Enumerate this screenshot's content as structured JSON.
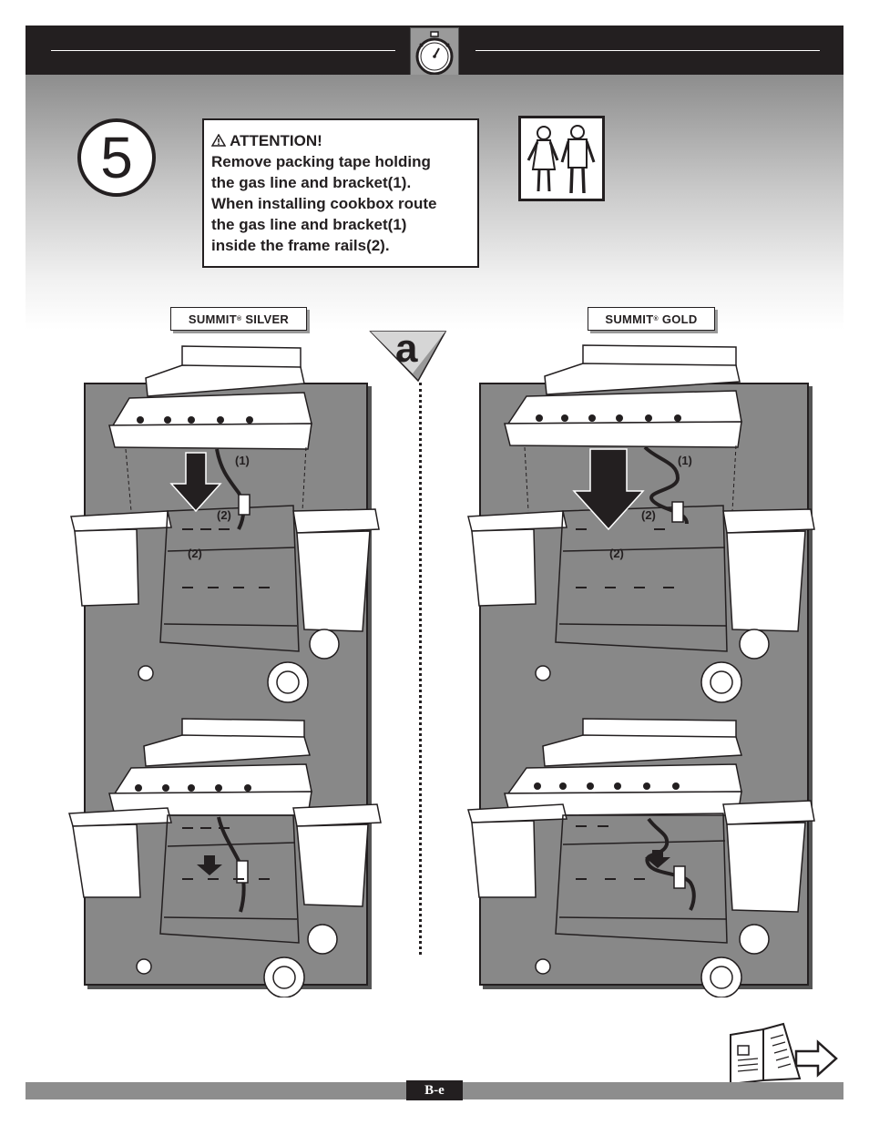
{
  "header": {
    "stopwatch_icon": "stopwatch-icon"
  },
  "step": {
    "number": "5"
  },
  "attention": {
    "title": "ATTENTION!",
    "lines": [
      "Remove packing tape holding",
      "the gas line and bracket(1).",
      "When installing cookbox route",
      "the gas line and bracket(1)",
      "inside the frame rails(2)."
    ],
    "warning_icon": "warning-triangle-icon"
  },
  "people_icon": "two-people-icon",
  "models": {
    "left": {
      "name": "SUMMIT",
      "reg": "®",
      "variant": "SILVER"
    },
    "right": {
      "name": "SUMMIT",
      "reg": "®",
      "variant": "GOLD"
    }
  },
  "sub_step": "a",
  "callouts": {
    "gas_line": "(1)",
    "frame_rail": "(2)"
  },
  "footer": {
    "page_number": "B-e",
    "next_page_icon": "book-arrow-icon"
  }
}
